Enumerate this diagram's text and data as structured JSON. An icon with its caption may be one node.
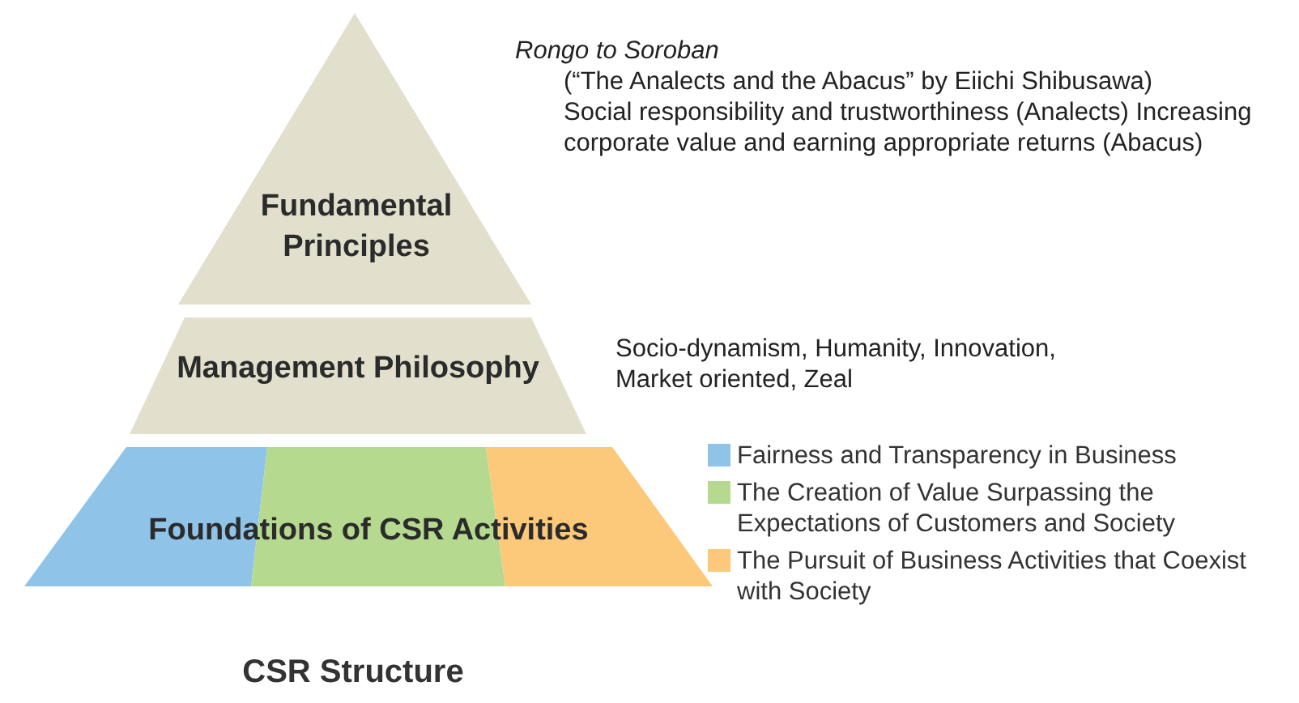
{
  "diagram": {
    "title": "CSR Structure",
    "nodes": [
      {
        "text": [
          "Fundamental Principles"
        ],
        "beside": [
          "Rongo to Soroban",
          "(“The Analects and the Abacus” by Eiichi Shibusawa)",
          "Social responsibility and trustworthiness (Analects) Increasing corporate value and earning appropriate returns (Abacus)"
        ]
      },
      {
        "text": [
          "Management Philosophy"
        ],
        "beside": [
          "Socio-dynamism, Humanity, Innovation, Market oriented, Zeal"
        ]
      },
      {
        "text": [
          "Foundations of CSR Activities"
        ]
      }
    ],
    "legend": [
      {
        "text": "Fairness and Transparency in Business",
        "color": "#8fc3e8"
      },
      {
        "text": "The Creation of Value Surpassing the Expectations of Customers and Society",
        "color": "#b5d98f"
      },
      {
        "text": "The Pursuit of Business Activities that Coexist with Society",
        "color": "#fcc97a"
      }
    ]
  }
}
